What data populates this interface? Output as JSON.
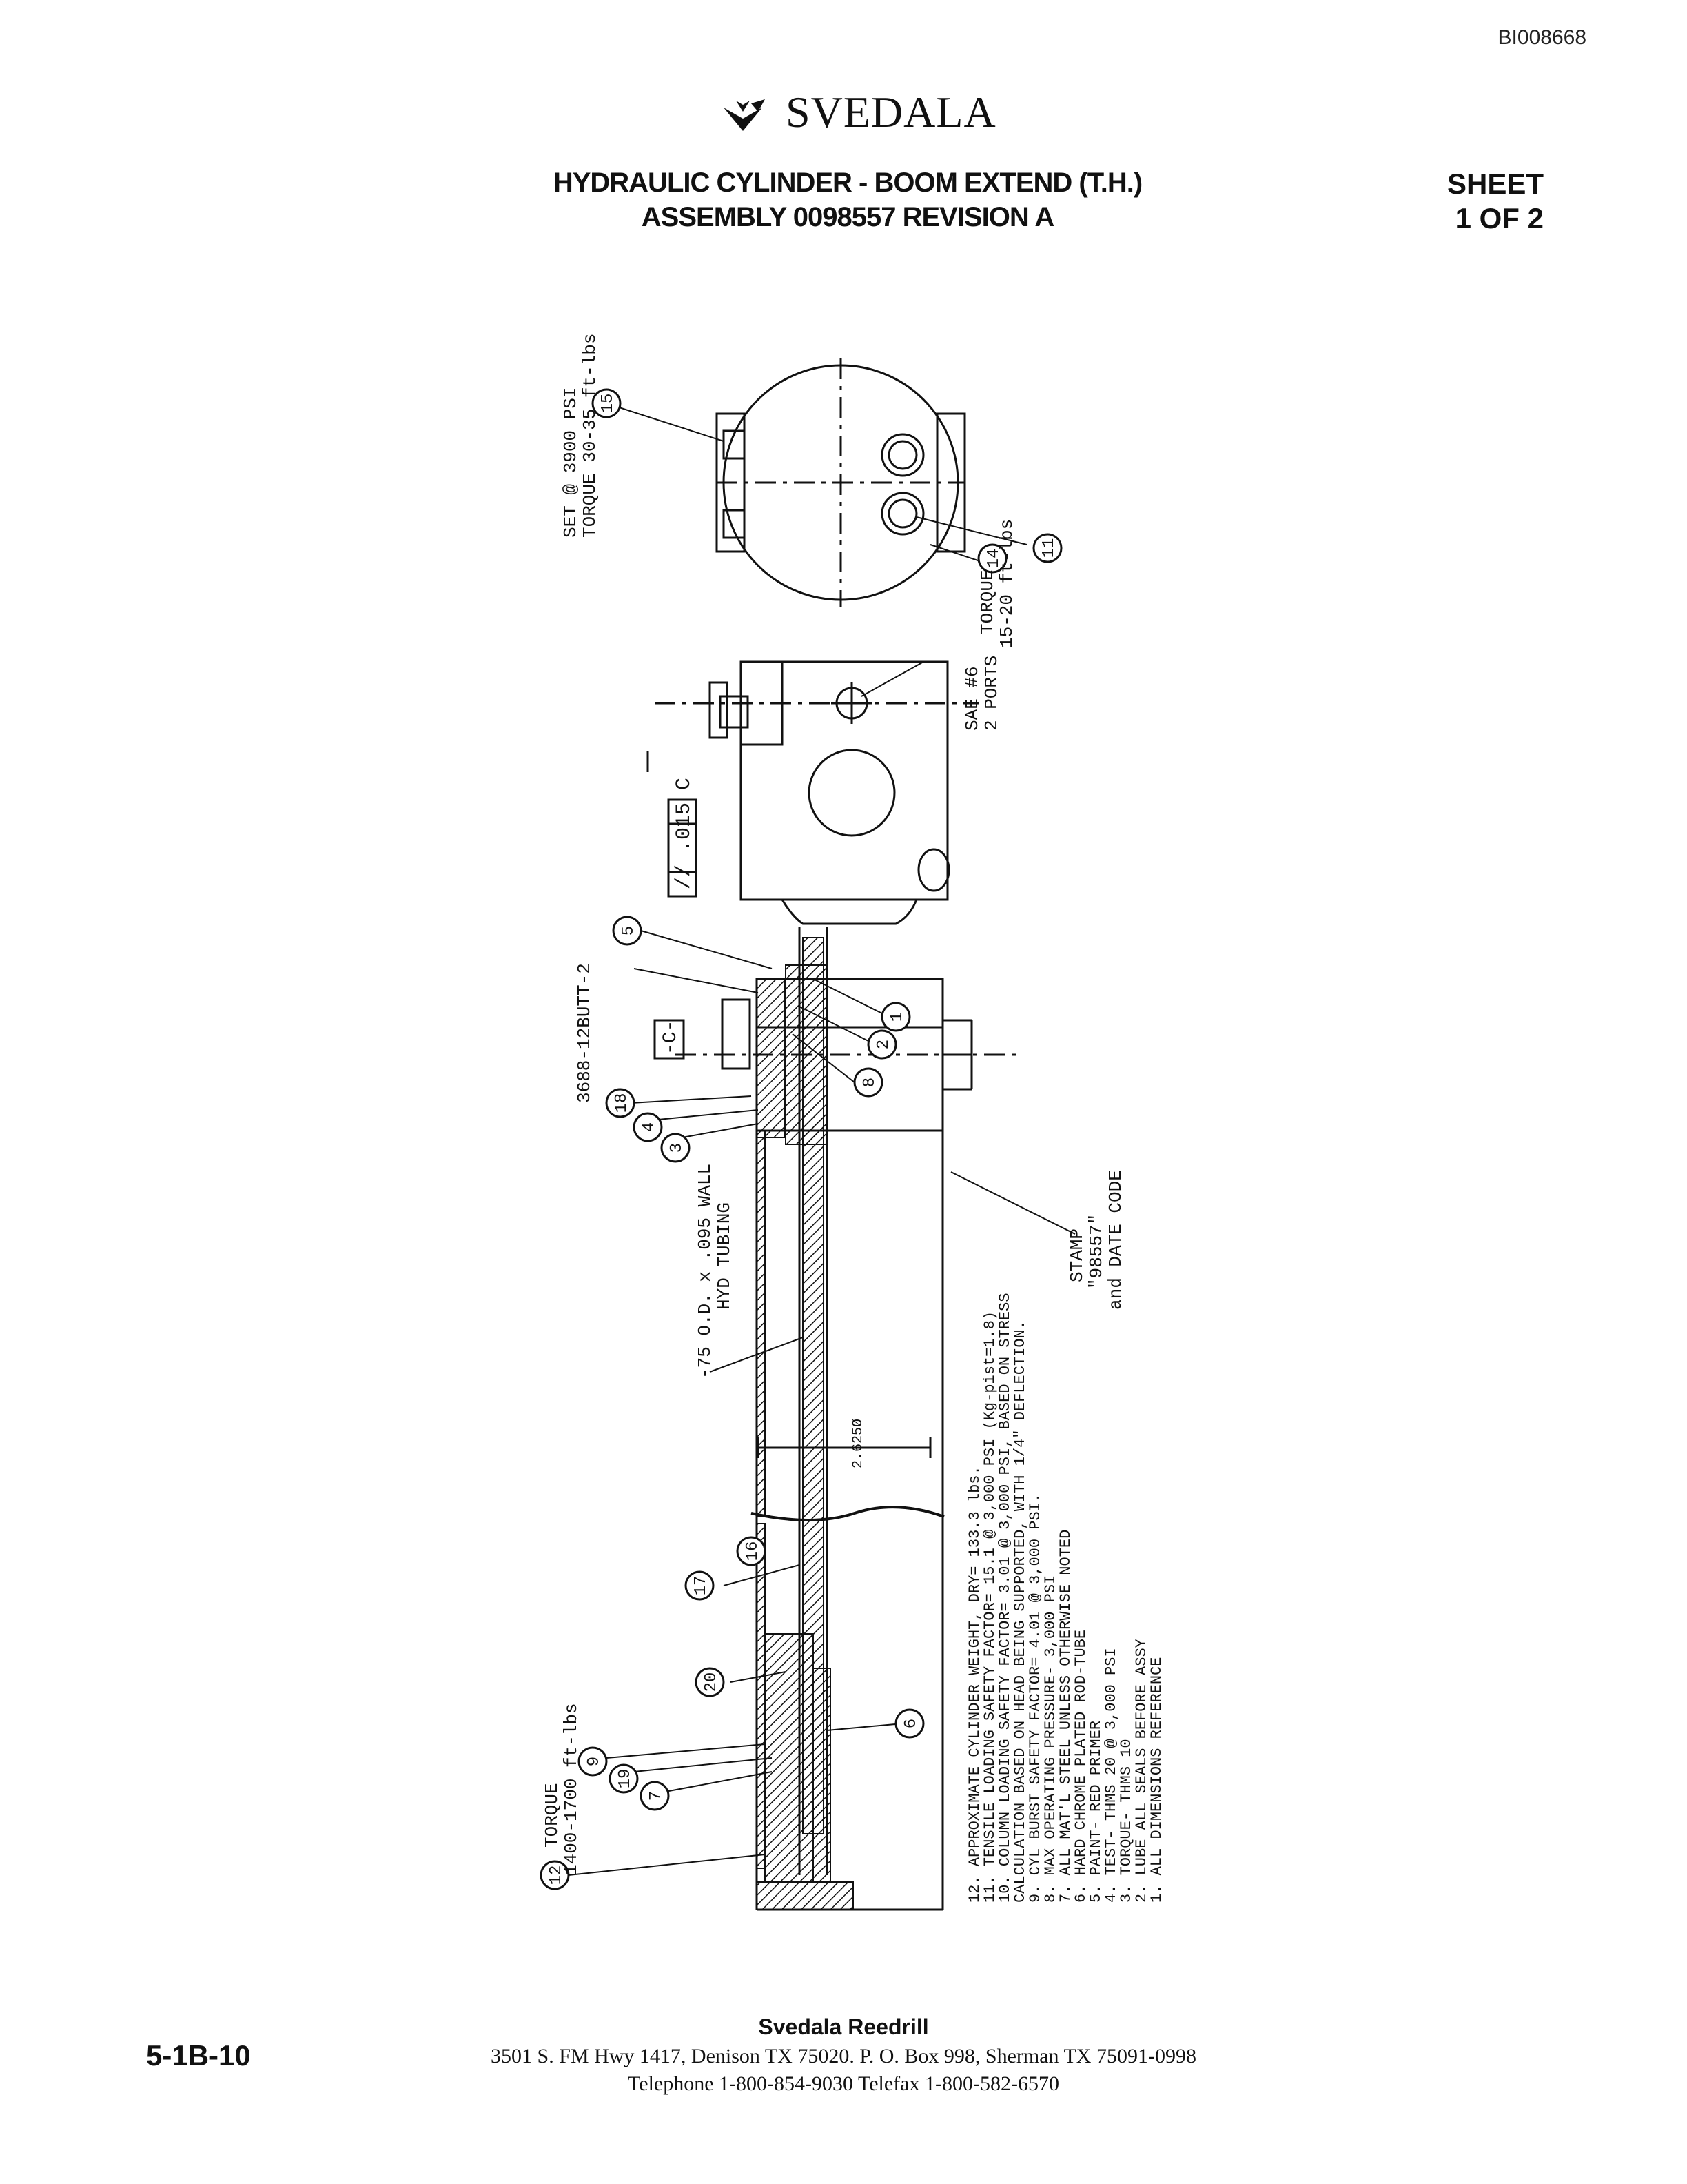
{
  "document_id": "BI008668",
  "brand": {
    "name": "SVEDALA"
  },
  "title": {
    "line1": "HYDRAULIC CYLINDER - BOOM EXTEND (T.H.)",
    "line2": "ASSEMBLY 0098557 REVISION A"
  },
  "sheet": {
    "line1": "SHEET",
    "line2": "1 OF 2"
  },
  "diagram": {
    "callouts": [
      "1",
      "2",
      "3",
      "4",
      "5",
      "6",
      "7",
      "8",
      "9",
      "11",
      "12",
      "14",
      "15",
      "16",
      "17",
      "18",
      "19",
      "20"
    ],
    "annotations": {
      "set_pressure": "SET @ 3900 PSI",
      "torque_relief": "TORQUE 30-35 ft-lbs",
      "torque_ports": "TORQUE",
      "torque_ports_value": "15-20 ft-lbs",
      "sae_port": "SAE #6",
      "ports": "2 PORTS",
      "tolerance": "// .015 C",
      "datum": "-C-",
      "part_number": "3688-12BUTT-2",
      "tubing_size": "-75 O.D. x .095 WALL",
      "tubing_type": "HYD TUBING",
      "dimension": "2.625Ø",
      "stamp": "STAMP",
      "stamp_value": "\"98557\"",
      "stamp_date": "and DATE CODE",
      "torque_piston": "TORQUE",
      "torque_piston_value": "1400-1700 ft-lbs"
    },
    "notes": [
      "12. APPROXIMATE CYLINDER WEIGHT, DRY= 133.3 lbs.",
      "11. TENSILE LOADING SAFETY FACTOR= 15.1 @ 3,000 PSI (Kg-pist=1.8)",
      "10. COLUMN LOADING SAFETY FACTOR= 3.01 @ 3,000 PSI, BASED ON STRESS",
      "     CALCULATION BASED ON HEAD BEING SUPPORTED, WITH 1/4\" DEFLECTION.",
      "9. CYL BURST SAFETY FACTOR= 4.01 @ 3,000 PSI.",
      "8. MAX OPERATING PRESSURE- 3,000 PSI",
      "7. ALL MAT'L STEEL UNLESS OTHERWISE NOTED",
      "6. HARD CHROME PLATED ROD-TUBE",
      "5. PAINT- RED PRIMER",
      "4. TEST- THMS 20 @ 3,000 PSI",
      "3. TORQUE- THMS 10",
      "2. LUBE ALL SEALS BEFORE ASSY",
      "1. ALL DIMENSIONS REFERENCE"
    ]
  },
  "footer": {
    "company": "Svedala Reedrill",
    "address": "3501 S. FM Hwy 1417, Denison TX  75020.    P. O. Box 998, Sherman TX  75091-0998",
    "phone": "Telephone 1-800-854-9030 Telefax 1-800-582-6570",
    "page": "5-1B-10"
  }
}
